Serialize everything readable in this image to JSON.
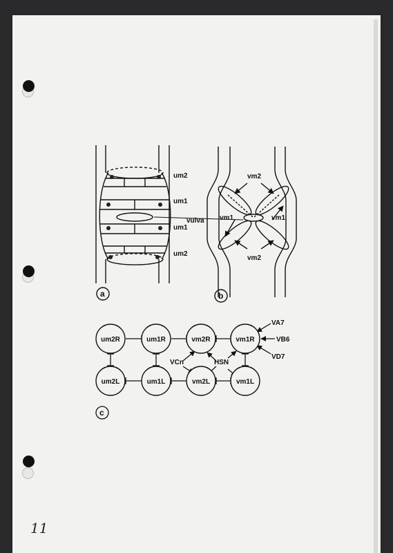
{
  "panel_a": {
    "label": "a",
    "rings": [
      "um2",
      "um1",
      "um1",
      "um2"
    ],
    "center_label": "vulva"
  },
  "panel_b": {
    "label": "b",
    "labels": {
      "top": "vm2",
      "left": "vm1",
      "right": "vm1",
      "bottom": "vm2"
    }
  },
  "panel_c": {
    "label": "c",
    "nodes": {
      "um2R": "um2R",
      "um1R": "um1R",
      "vm2R": "vm2R",
      "vm1R": "vm1R",
      "um2L": "um2L",
      "um1L": "um1L",
      "vm2L": "vm2L",
      "vm1L": "vm1L"
    },
    "inputs": {
      "va7": "VA7",
      "vb6": "VB6",
      "vd7": "VD7",
      "vcn": "VCn",
      "hsn": "HSN"
    }
  },
  "page_number": "11"
}
